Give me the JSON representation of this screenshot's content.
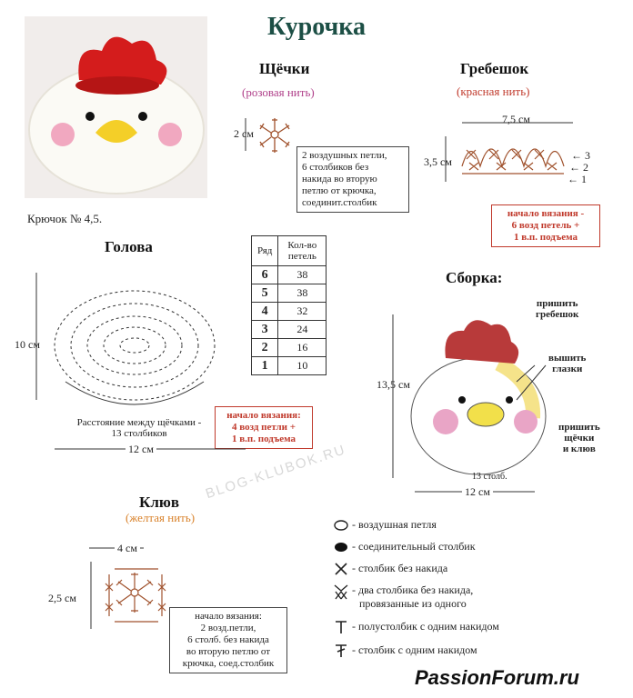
{
  "title": "Курочка",
  "hook": "Крючок № 4,5.",
  "cheeks": {
    "title": "Щёчки",
    "yarn": "(розовая нить)",
    "size": "2 см",
    "note": [
      "2 воздушных петли,",
      "6 столбиков без",
      "накида во вторую",
      "петлю от крючка,",
      "соединит.столбик"
    ]
  },
  "comb": {
    "title": "Гребешок",
    "yarn": "(красная нить)",
    "width": "7,5 см",
    "height": "3,5 см",
    "rows": [
      "3",
      "2",
      "1"
    ],
    "start": [
      "начало вязания -",
      "6 возд петель +",
      "1 в.п. подъема"
    ]
  },
  "head": {
    "title": "Голова",
    "height": "10 см",
    "width": "12 см",
    "cheek_distance": [
      "Расстояние между щёчками -",
      "13 столбиков"
    ],
    "start": [
      "начало вязания:",
      "4 возд петли +",
      "1 в.п. подъема"
    ]
  },
  "rows_table": {
    "headers": [
      "Ряд",
      "Кол-во петель"
    ],
    "rows": [
      {
        "row": "6",
        "count": "38"
      },
      {
        "row": "5",
        "count": "38"
      },
      {
        "row": "4",
        "count": "32"
      },
      {
        "row": "3",
        "count": "24"
      },
      {
        "row": "2",
        "count": "16"
      },
      {
        "row": "1",
        "count": "10"
      }
    ]
  },
  "assembly": {
    "title": "Сборка:",
    "height": "13,5 см",
    "width": "12 см",
    "stitches": "13 столб.",
    "labels": {
      "comb": [
        "пришить",
        "гребешок"
      ],
      "eyes": [
        "вышить",
        "глазки"
      ],
      "cheeks": [
        "пришить",
        "щёчки",
        "и клюв"
      ]
    }
  },
  "beak": {
    "title": "Клюв",
    "yarn": "(желтая нить)",
    "width": "4 см",
    "height": "2,5 см",
    "note": [
      "начало вязания:",
      "2 возд.петли,",
      "6 столб. без накида",
      "во вторую петлю от",
      "крючка, соед.столбик"
    ]
  },
  "legend": [
    {
      "symbol": "chain",
      "text": "- воздушная петля"
    },
    {
      "symbol": "slip",
      "text": "- соединительный столбик"
    },
    {
      "symbol": "sc",
      "text": "- столбик без накида"
    },
    {
      "symbol": "sc2tog",
      "text": "- два столбика без накида,",
      "text2": "провязанные из одного"
    },
    {
      "symbol": "hdc",
      "text": "- полустолбик с одним накидом"
    },
    {
      "symbol": "dc",
      "text": "- столбик с одним накидом"
    }
  ],
  "watermark": "PassionForum.ru",
  "watermark_diag": "BLOG-KLUBOK.RU",
  "colors": {
    "title": "#1c4f45",
    "red": "#c0392b",
    "pink": "#b0408a",
    "yellow": "#d9822b"
  }
}
